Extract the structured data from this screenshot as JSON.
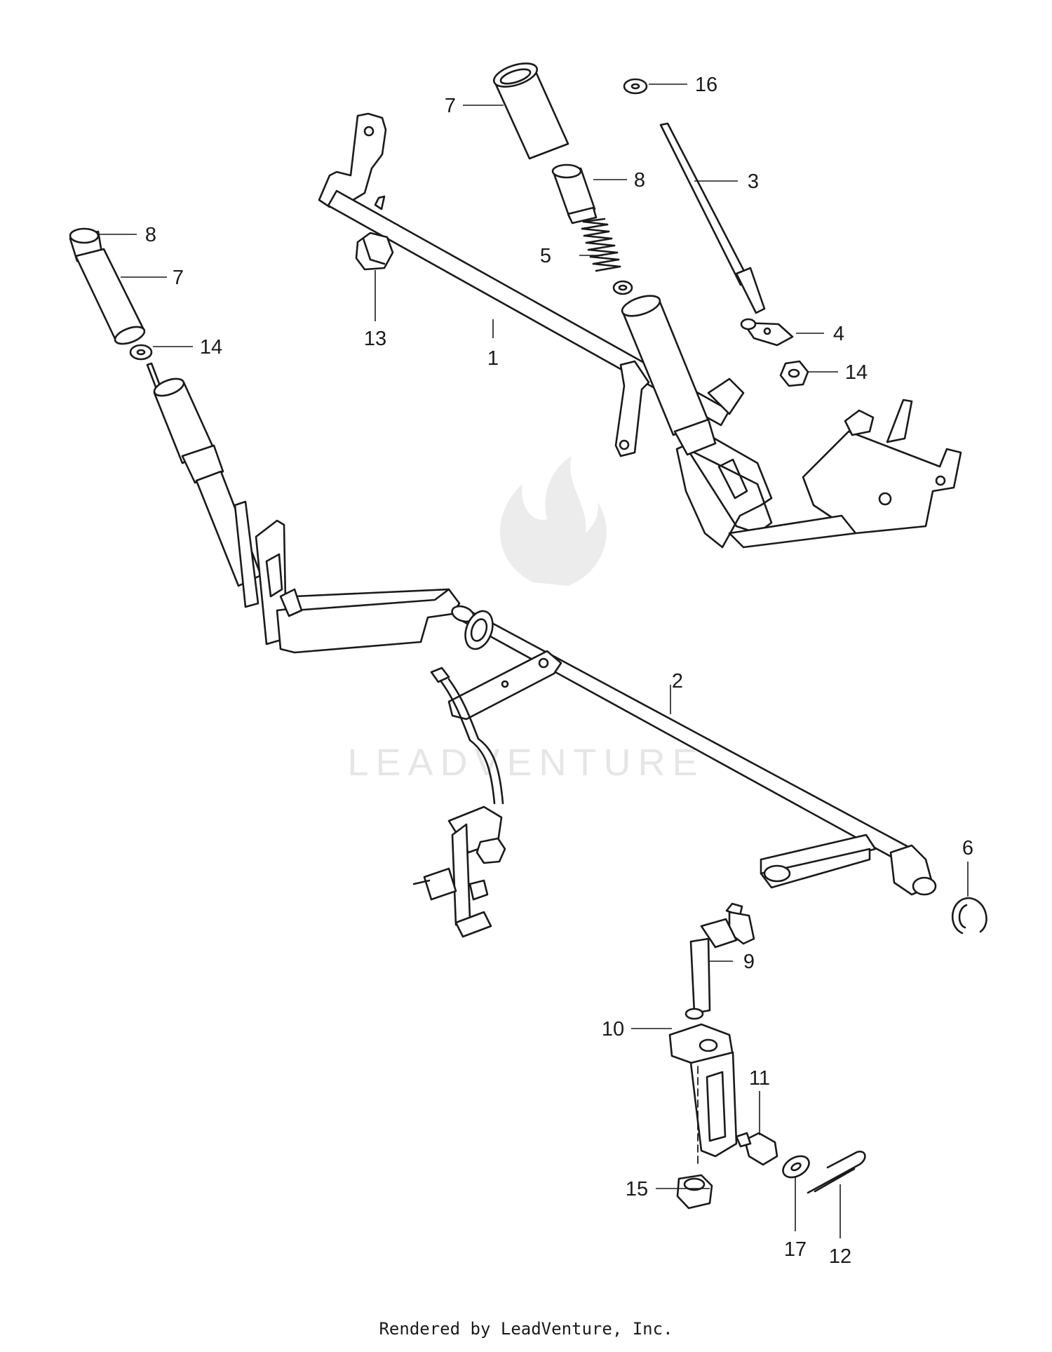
{
  "diagram": {
    "callouts": [
      {
        "id": "c1",
        "label": "1"
      },
      {
        "id": "c2",
        "label": "2"
      },
      {
        "id": "c3",
        "label": "3"
      },
      {
        "id": "c4",
        "label": "4"
      },
      {
        "id": "c5",
        "label": "5"
      },
      {
        "id": "c6",
        "label": "6"
      },
      {
        "id": "c7a",
        "label": "7"
      },
      {
        "id": "c7b",
        "label": "7"
      },
      {
        "id": "c8a",
        "label": "8"
      },
      {
        "id": "c8b",
        "label": "8"
      },
      {
        "id": "c9",
        "label": "9"
      },
      {
        "id": "c10",
        "label": "10"
      },
      {
        "id": "c11",
        "label": "11"
      },
      {
        "id": "c12",
        "label": "12"
      },
      {
        "id": "c13",
        "label": "13"
      },
      {
        "id": "c14a",
        "label": "14"
      },
      {
        "id": "c14b",
        "label": "14"
      },
      {
        "id": "c15",
        "label": "15"
      },
      {
        "id": "c16",
        "label": "16"
      },
      {
        "id": "c17",
        "label": "17"
      }
    ]
  },
  "watermark": {
    "text": "LEADVENTURE"
  },
  "footer": {
    "text": "Rendered by LeadVenture, Inc."
  }
}
